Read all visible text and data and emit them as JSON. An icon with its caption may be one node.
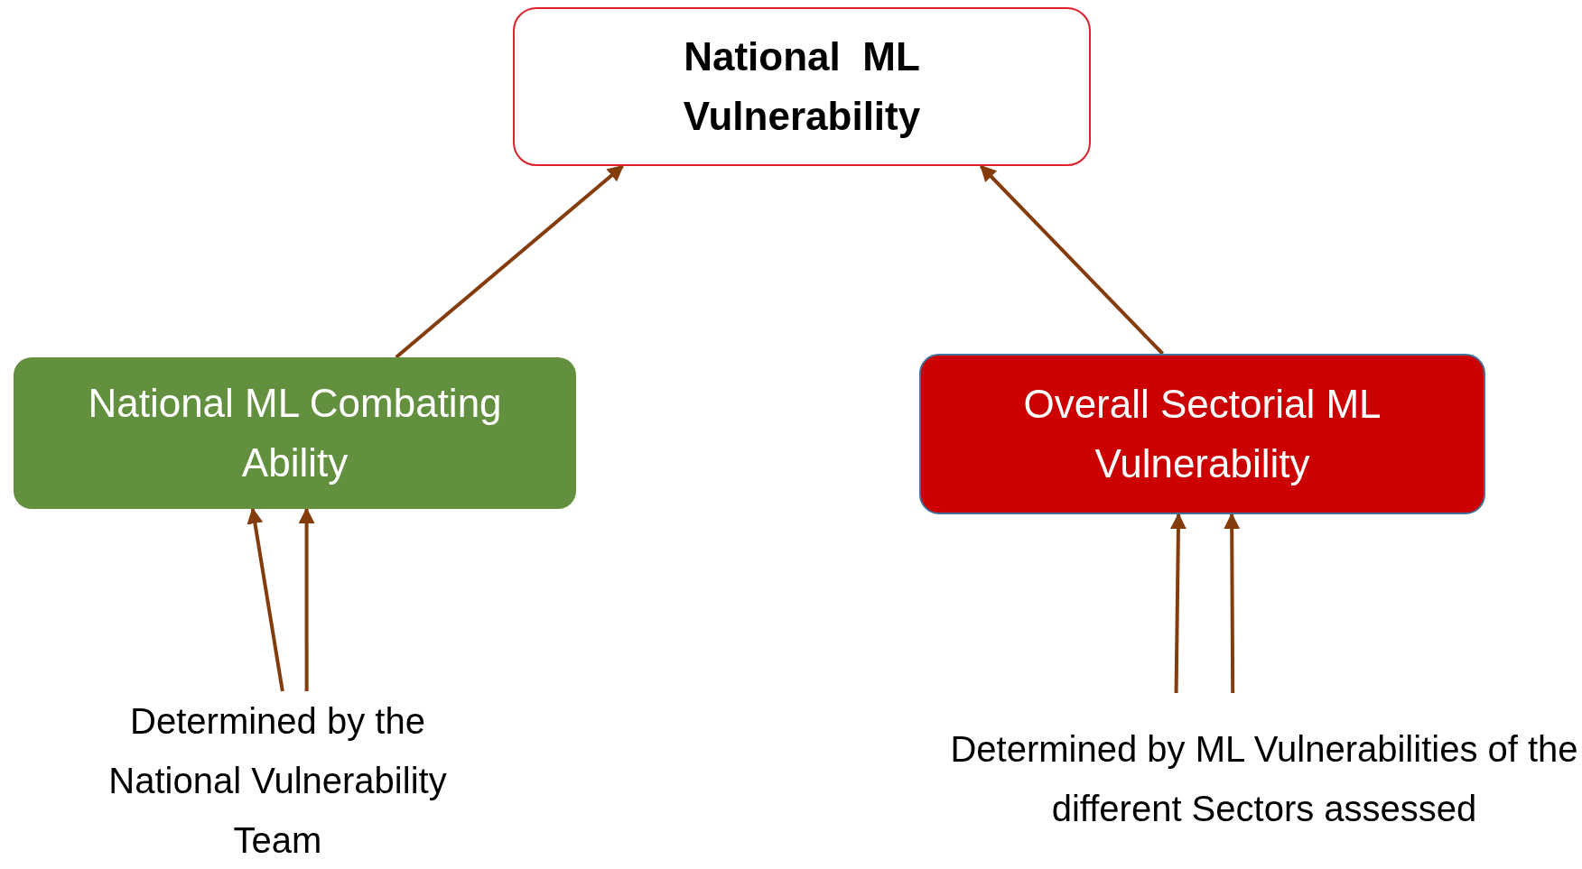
{
  "diagram": {
    "nodes": [
      {
        "text": [
          "National  ML Vulnerability"
        ]
      },
      {
        "text": [
          "National ML Combating Ability"
        ]
      },
      {
        "text": [
          "Overall Sectorial ML Vulnerability"
        ]
      },
      {
        "text": [
          "Determined by the National Vulnerability Team"
        ]
      },
      {
        "text": [
          "Determined by ML Vulnerabilities of the different Sectors assessed"
        ]
      }
    ],
    "edges": [
      {
        "from": 1,
        "to": 0,
        "arrow": "to"
      },
      {
        "from": 2,
        "to": 0,
        "arrow": "to"
      },
      {
        "from": 3,
        "to": 1,
        "arrow": "to"
      },
      {
        "from": 3,
        "to": 1,
        "arrow": "to"
      },
      {
        "from": 4,
        "to": 2,
        "arrow": "to"
      },
      {
        "from": 4,
        "to": 2,
        "arrow": "to"
      }
    ]
  }
}
